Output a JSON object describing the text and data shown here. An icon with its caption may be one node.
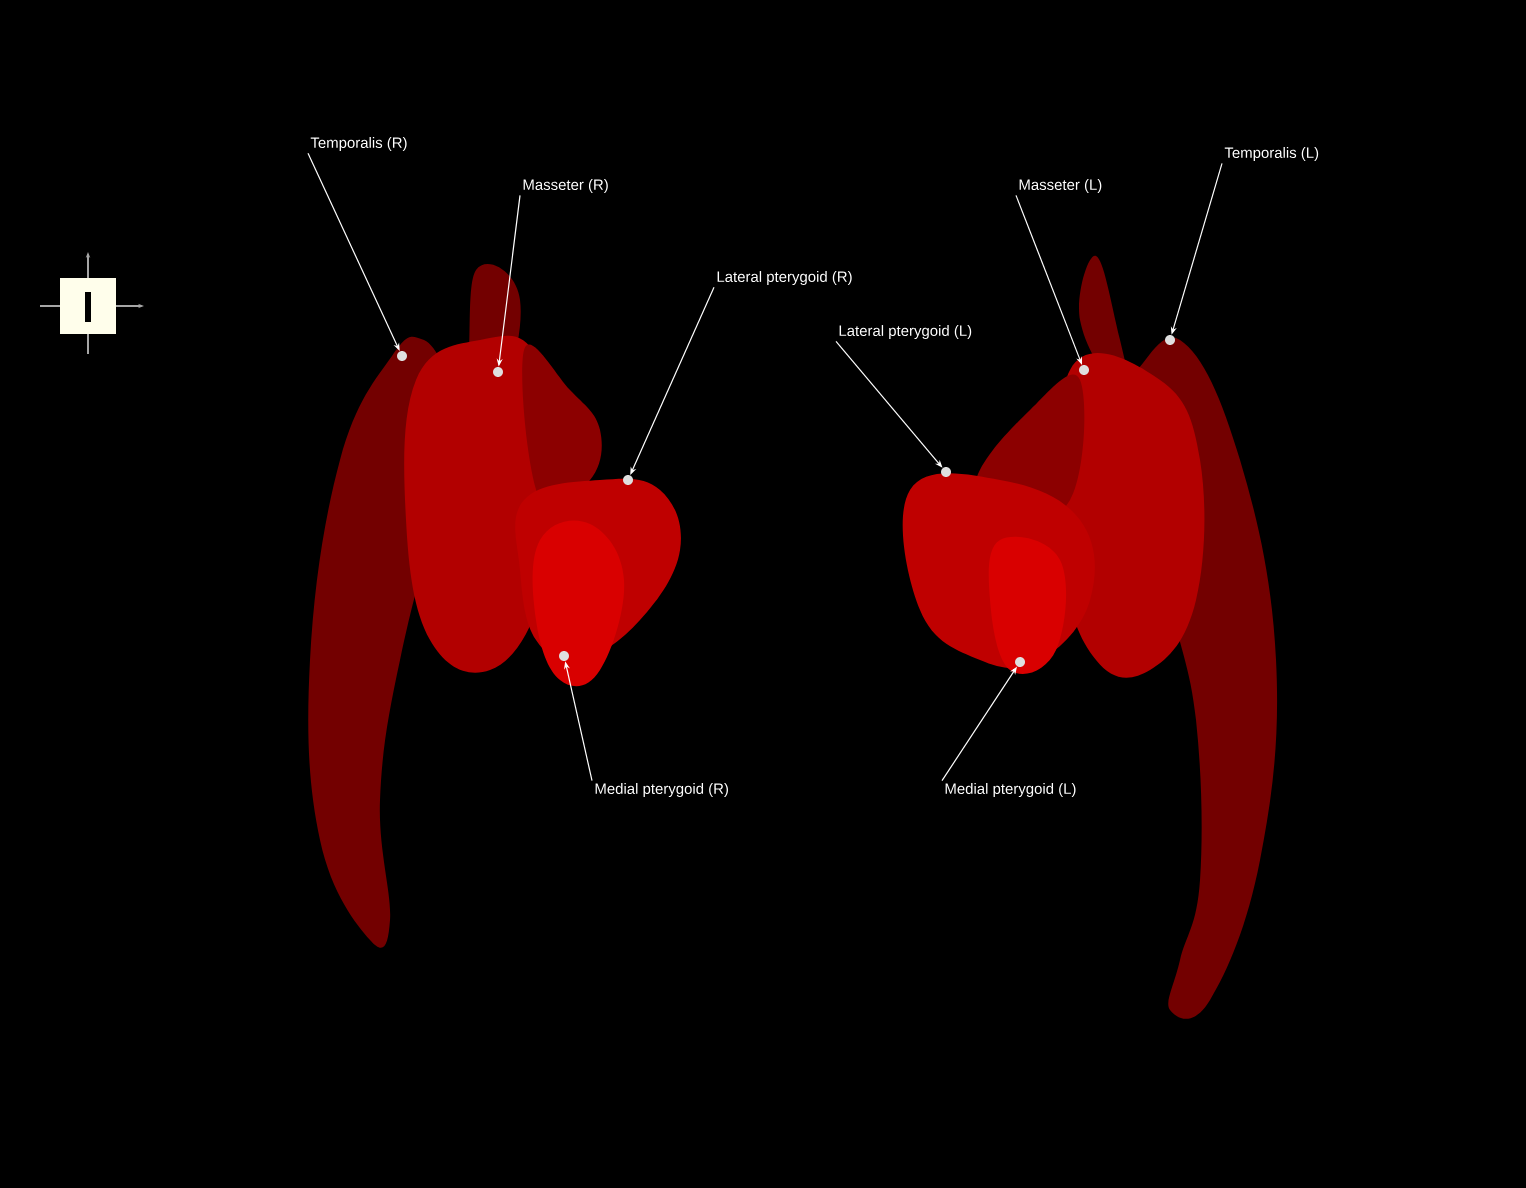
{
  "diagram": {
    "nodes": [
      {
        "text": [
          "Temporalis (R)"
        ]
      },
      {
        "text": [
          "Temporalis (L)"
        ]
      },
      {
        "text": [
          "Masseter (R)"
        ]
      },
      {
        "text": [
          "Masseter (L)"
        ]
      },
      {
        "text": [
          "Lateral pterygoid (R)"
        ]
      },
      {
        "text": [
          "Lateral pterygoid (L)"
        ]
      },
      {
        "text": [
          "Medial pterygoid (R)"
        ]
      },
      {
        "text": [
          "Medial pterygoid (L)"
        ]
      },
      {
        "text": [],
        "shape": "circle"
      },
      {
        "text": [],
        "shape": "circle"
      },
      {
        "text": [],
        "shape": "circle"
      },
      {
        "text": [],
        "shape": "circle"
      },
      {
        "text": [],
        "shape": "circle"
      },
      {
        "text": [],
        "shape": "circle"
      },
      {
        "text": [],
        "shape": "circle"
      },
      {
        "text": [],
        "shape": "circle"
      }
    ],
    "edges": [
      {
        "from": 0,
        "to": 8,
        "arrow": "to"
      },
      {
        "from": 1,
        "to": 15,
        "arrow": "to"
      },
      {
        "from": 2,
        "to": 9,
        "arrow": "to"
      },
      {
        "from": 3,
        "to": 14,
        "arrow": "to"
      },
      {
        "from": 4,
        "to": 11,
        "arrow": "to"
      },
      {
        "from": 5,
        "to": 12,
        "arrow": "to"
      },
      {
        "from": 6,
        "to": 10,
        "arrow": "to"
      },
      {
        "from": 7,
        "to": 13,
        "arrow": "to"
      }
    ]
  }
}
